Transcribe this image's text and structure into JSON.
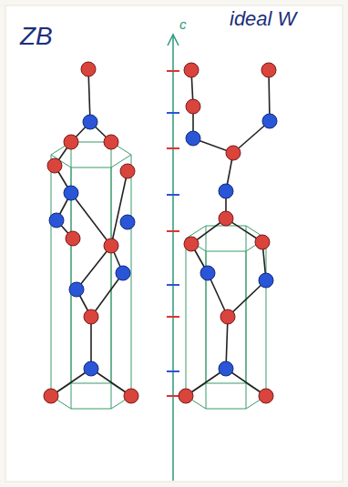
{
  "diagram": {
    "labels": [
      "ZB",
      "ideal W",
      "c"
    ]
  }
}
